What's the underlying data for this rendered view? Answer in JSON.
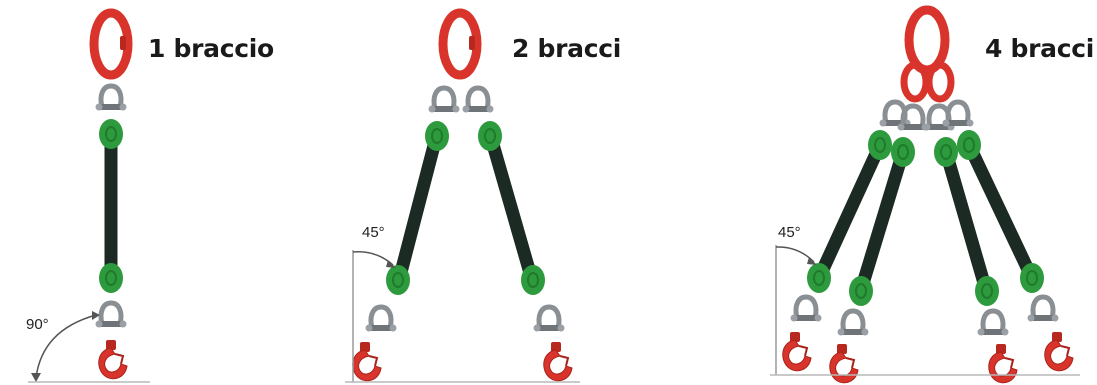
{
  "configurations": [
    {
      "id": "one-leg",
      "label": "1 braccio",
      "angle_label": "90°"
    },
    {
      "id": "two-leg",
      "label": "2 bracci",
      "angle_label": "45°"
    },
    {
      "id": "four-leg",
      "label": "4 bracci",
      "angle_label": "45°"
    }
  ],
  "colors": {
    "master_link": "#d9342b",
    "hook": "#d9342b",
    "shackle": "#8a8f94",
    "sling_end": "#2e9a3e",
    "sling_body": "#1c2a24",
    "angle_line": "#9a9a9a",
    "base_line": "#b8b8b8"
  }
}
